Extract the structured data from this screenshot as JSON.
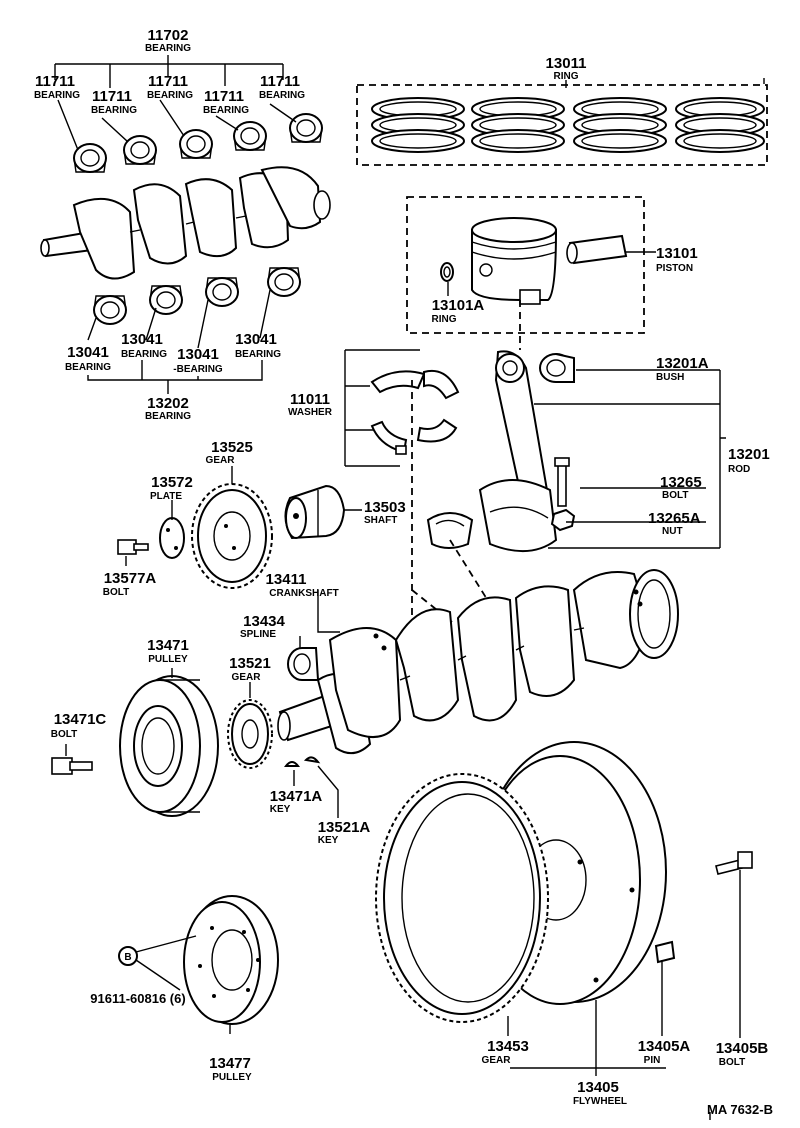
{
  "labels": {
    "bearing_11702": {
      "num": "11702",
      "name": "BEARING"
    },
    "bearing_11711_a": {
      "num": "11711",
      "name": "BEARING"
    },
    "bearing_11711_b": {
      "num": "11711",
      "name": "BEARING"
    },
    "bearing_11711_c": {
      "num": "11711",
      "name": "BEARING"
    },
    "bearing_11711_d": {
      "num": "11711",
      "name": "BEARING"
    },
    "bearing_11711_e": {
      "num": "11711",
      "name": "BEARING"
    },
    "ring_13011": {
      "num": "13011",
      "name": "RING"
    },
    "piston_13101": {
      "num": "13101",
      "name": "PISTON"
    },
    "ring_13101A": {
      "num": "13101A",
      "name": "RING"
    },
    "bearing_13041_a": {
      "num": "13041",
      "name": "BEARING"
    },
    "bearing_13041_b": {
      "num": "13041",
      "name": "BEARING"
    },
    "bearing_13041_c": {
      "num": "13041",
      "name": "-BEARING"
    },
    "bearing_13041_d": {
      "num": "13041",
      "name": "BEARING"
    },
    "bearing_13202": {
      "num": "13202",
      "name": "BEARING"
    },
    "washer_11011": {
      "num": "11011",
      "name": "WASHER"
    },
    "bush_13201A": {
      "num": "13201A",
      "name": "BUSH"
    },
    "rod_13201": {
      "num": "13201",
      "name": "ROD"
    },
    "bolt_13265": {
      "num": "13265",
      "name": "BOLT"
    },
    "nut_13265A": {
      "num": "13265A",
      "name": "NUT"
    },
    "gear_13525": {
      "num": "13525",
      "name": "GEAR"
    },
    "plate_13572": {
      "num": "13572",
      "name": "PLATE"
    },
    "shaft_13503": {
      "num": "13503",
      "name": "SHAFT"
    },
    "bolt_13577A": {
      "num": "13577A",
      "name": "BOLT"
    },
    "crankshaft_13411": {
      "num": "13411",
      "name": "CRANKSHAFT"
    },
    "spline_13434": {
      "num": "13434",
      "name": "SPLINE"
    },
    "pulley_13471": {
      "num": "13471",
      "name": "PULLEY"
    },
    "gear_13521": {
      "num": "13521",
      "name": "GEAR"
    },
    "bolt_13471C": {
      "num": "13471C",
      "name": "BOLT"
    },
    "key_13471A": {
      "num": "13471A",
      "name": "KEY"
    },
    "key_13521A": {
      "num": "13521A",
      "name": "KEY"
    },
    "gear_13453": {
      "num": "13453",
      "name": "GEAR"
    },
    "pin_13405A": {
      "num": "13405A",
      "name": "PIN"
    },
    "bolt_13405B": {
      "num": "13405B",
      "name": "BOLT"
    },
    "flywheel_13405": {
      "num": "13405",
      "name": "FLYWHEEL"
    },
    "pulley_13477": {
      "num": "13477",
      "name": "PULLEY"
    },
    "bolt_91611": {
      "num": "91611-60816 (6)",
      "badge": "B"
    }
  },
  "figure_code": "MA 7632-B"
}
